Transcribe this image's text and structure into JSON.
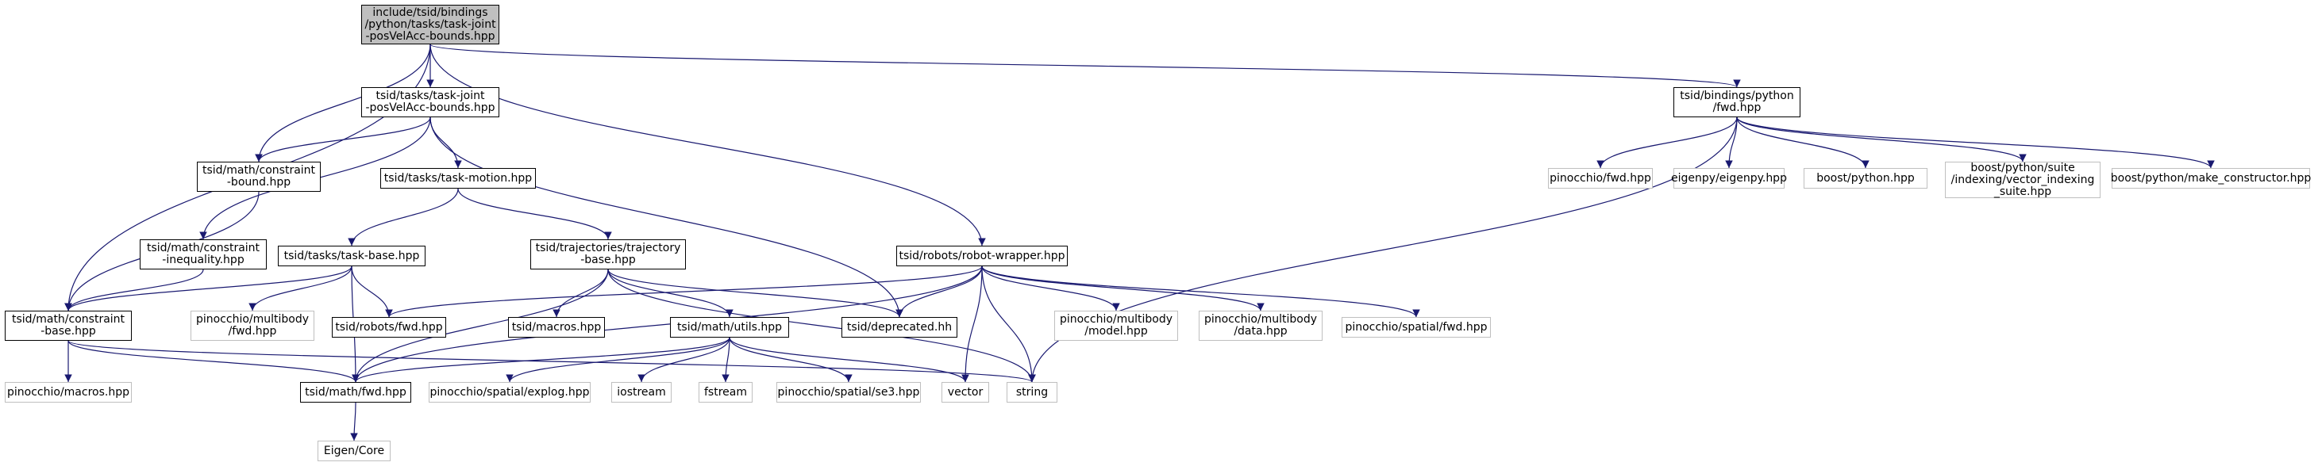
{
  "graph": {
    "edge_color": "#191970",
    "nodes": [
      {
        "id": "root",
        "label": "include/tsid/bindings\n/python/tasks/task-joint\n-posVelAcc-bounds.hpp",
        "kind": "root"
      },
      {
        "id": "taskjoint",
        "label": "tsid/tasks/task-joint\n-posVelAcc-bounds.hpp",
        "kind": "main"
      },
      {
        "id": "cbound",
        "label": "tsid/math/constraint\n-bound.hpp",
        "kind": "main"
      },
      {
        "id": "tmotion",
        "label": "tsid/tasks/task-motion.hpp",
        "kind": "main"
      },
      {
        "id": "cineq",
        "label": "tsid/math/constraint\n-inequality.hpp",
        "kind": "main"
      },
      {
        "id": "tbase",
        "label": "tsid/tasks/task-base.hpp",
        "kind": "main"
      },
      {
        "id": "traj",
        "label": "tsid/trajectories/trajectory\n-base.hpp",
        "kind": "main"
      },
      {
        "id": "robot",
        "label": "tsid/robots/robot-wrapper.hpp",
        "kind": "main"
      },
      {
        "id": "cbase",
        "label": "tsid/math/constraint\n-base.hpp",
        "kind": "main"
      },
      {
        "id": "rfwd",
        "label": "tsid/robots/fwd.hpp",
        "kind": "main"
      },
      {
        "id": "macros",
        "label": "tsid/macros.hpp",
        "kind": "main"
      },
      {
        "id": "utils",
        "label": "tsid/math/utils.hpp",
        "kind": "main"
      },
      {
        "id": "deprecated",
        "label": "tsid/deprecated.hh",
        "kind": "main"
      },
      {
        "id": "mfwd",
        "label": "tsid/math/fwd.hpp",
        "kind": "main"
      },
      {
        "id": "bpfwd",
        "label": "tsid/bindings/python\n/fwd.hpp",
        "kind": "main"
      },
      {
        "id": "pmacros",
        "label": "pinocchio/macros.hpp",
        "kind": "ext"
      },
      {
        "id": "pmbfwd",
        "label": "pinocchio/multibody\n/fwd.hpp",
        "kind": "ext"
      },
      {
        "id": "explog",
        "label": "pinocchio/spatial/explog.hpp",
        "kind": "ext"
      },
      {
        "id": "iostream",
        "label": "iostream",
        "kind": "ext"
      },
      {
        "id": "fstream",
        "label": "fstream",
        "kind": "ext"
      },
      {
        "id": "se3",
        "label": "pinocchio/spatial/se3.hpp",
        "kind": "ext"
      },
      {
        "id": "vector",
        "label": "vector",
        "kind": "ext"
      },
      {
        "id": "string",
        "label": "string",
        "kind": "ext"
      },
      {
        "id": "eigen",
        "label": "Eigen/Core",
        "kind": "ext"
      },
      {
        "id": "pmodel",
        "label": "pinocchio/multibody\n/model.hpp",
        "kind": "ext"
      },
      {
        "id": "pdata",
        "label": "pinocchio/multibody\n/data.hpp",
        "kind": "ext"
      },
      {
        "id": "psfwd",
        "label": "pinocchio/spatial/fwd.hpp",
        "kind": "ext"
      },
      {
        "id": "pinfwd",
        "label": "pinocchio/fwd.hpp",
        "kind": "ext"
      },
      {
        "id": "eigenpy",
        "label": "eigenpy/eigenpy.hpp",
        "kind": "ext"
      },
      {
        "id": "bpython",
        "label": "boost/python.hpp",
        "kind": "ext"
      },
      {
        "id": "vecidx",
        "label": "boost/python/suite\n/indexing/vector_indexing\n_suite.hpp",
        "kind": "ext"
      },
      {
        "id": "mkctor",
        "label": "boost/python/make_constructor.hpp",
        "kind": "ext"
      }
    ],
    "edges": [
      [
        "root",
        "taskjoint"
      ],
      [
        "root",
        "cbound"
      ],
      [
        "root",
        "cbase"
      ],
      [
        "root",
        "robot"
      ],
      [
        "root",
        "bpfwd"
      ],
      [
        "taskjoint",
        "cbound"
      ],
      [
        "taskjoint",
        "tmotion"
      ],
      [
        "taskjoint",
        "cineq"
      ],
      [
        "taskjoint",
        "deprecated"
      ],
      [
        "cbound",
        "cbase"
      ],
      [
        "cineq",
        "cbase"
      ],
      [
        "tmotion",
        "tbase"
      ],
      [
        "tmotion",
        "traj"
      ],
      [
        "tbase",
        "cbase"
      ],
      [
        "tbase",
        "rfwd"
      ],
      [
        "tbase",
        "pmbfwd"
      ],
      [
        "tbase",
        "mfwd"
      ],
      [
        "traj",
        "macros"
      ],
      [
        "traj",
        "utils"
      ],
      [
        "traj",
        "deprecated"
      ],
      [
        "traj",
        "mfwd"
      ],
      [
        "traj",
        "string"
      ],
      [
        "cbase",
        "pmacros"
      ],
      [
        "cbase",
        "mfwd"
      ],
      [
        "cbase",
        "string"
      ],
      [
        "utils",
        "mfwd"
      ],
      [
        "utils",
        "explog"
      ],
      [
        "utils",
        "iostream"
      ],
      [
        "utils",
        "fstream"
      ],
      [
        "utils",
        "se3"
      ],
      [
        "utils",
        "vector"
      ],
      [
        "mfwd",
        "eigen"
      ],
      [
        "robot",
        "rfwd"
      ],
      [
        "robot",
        "mfwd"
      ],
      [
        "robot",
        "deprecated"
      ],
      [
        "robot",
        "vector"
      ],
      [
        "robot",
        "string"
      ],
      [
        "robot",
        "pmodel"
      ],
      [
        "robot",
        "pdata"
      ],
      [
        "robot",
        "psfwd"
      ],
      [
        "bpfwd",
        "string"
      ],
      [
        "bpfwd",
        "pinfwd"
      ],
      [
        "bpfwd",
        "eigenpy"
      ],
      [
        "bpfwd",
        "bpython"
      ],
      [
        "bpfwd",
        "vecidx"
      ],
      [
        "bpfwd",
        "mkctor"
      ]
    ]
  }
}
